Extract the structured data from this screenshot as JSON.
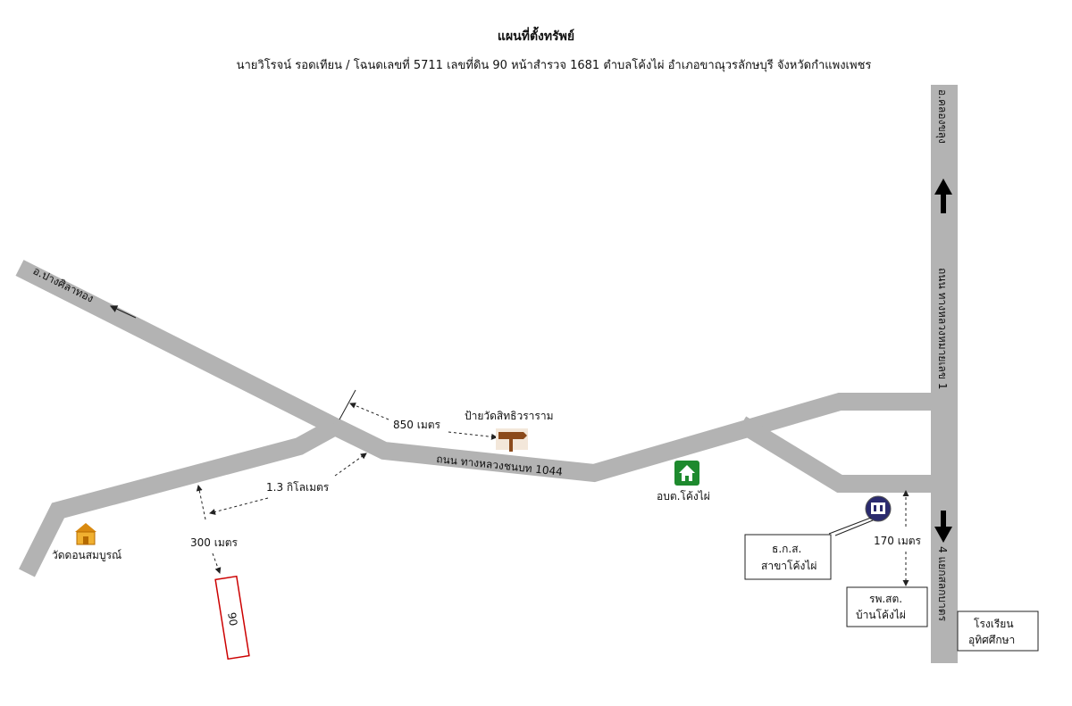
{
  "header": {
    "title": "แผนที่ตั้งทรัพย์",
    "subtitle": "นายวิโรจน์  รอดเทียน / โฉนดเลขที่ 5711    เลขที่ดิน 90  หน้าสำรวจ 1681  ตำบลโค้งไผ่  อำเภอขาณุวรลักษบุรี  จังหวัดกำแพงเพชร"
  },
  "roads": {
    "highway_1": "ถนน ทางหลวงหมายเลข 1",
    "highway_1044": "ถนน ทางหลวงชนบท 1044",
    "to_khlong_khlung": "อ.คลองขลุง",
    "to_pang_sila_thong": "อ.ปางศิลาทอง",
    "to_intersection_4": "4 แยกสลกบาตร"
  },
  "landmarks": {
    "wat_sign": "ป้ายวัดสิทธิวราราม",
    "obt": "อบต.โค้งไผ่",
    "baac_line1": "ธ.ก.ส.",
    "baac_line2": "สาขาโค้งไผ่",
    "hospital_line1": "รพ.สต.",
    "hospital_line2": "บ้านโค้งไผ่",
    "school_line1": "โรงเรียน",
    "school_line2": "อุทิศศึกษา",
    "wat_don": "วัดดอนสมบูรณ์"
  },
  "distances": {
    "d850": "850 เมตร",
    "d13km": "1.3 กิโลเมตร",
    "d300": "300 เมตร",
    "d170": "170 เมตร"
  },
  "parcel": {
    "number": "90"
  },
  "colors": {
    "road": "#b3b3b3",
    "parcel": "#cc0000",
    "obt": "#1e8a2e",
    "sign": "#8b4a1c"
  }
}
